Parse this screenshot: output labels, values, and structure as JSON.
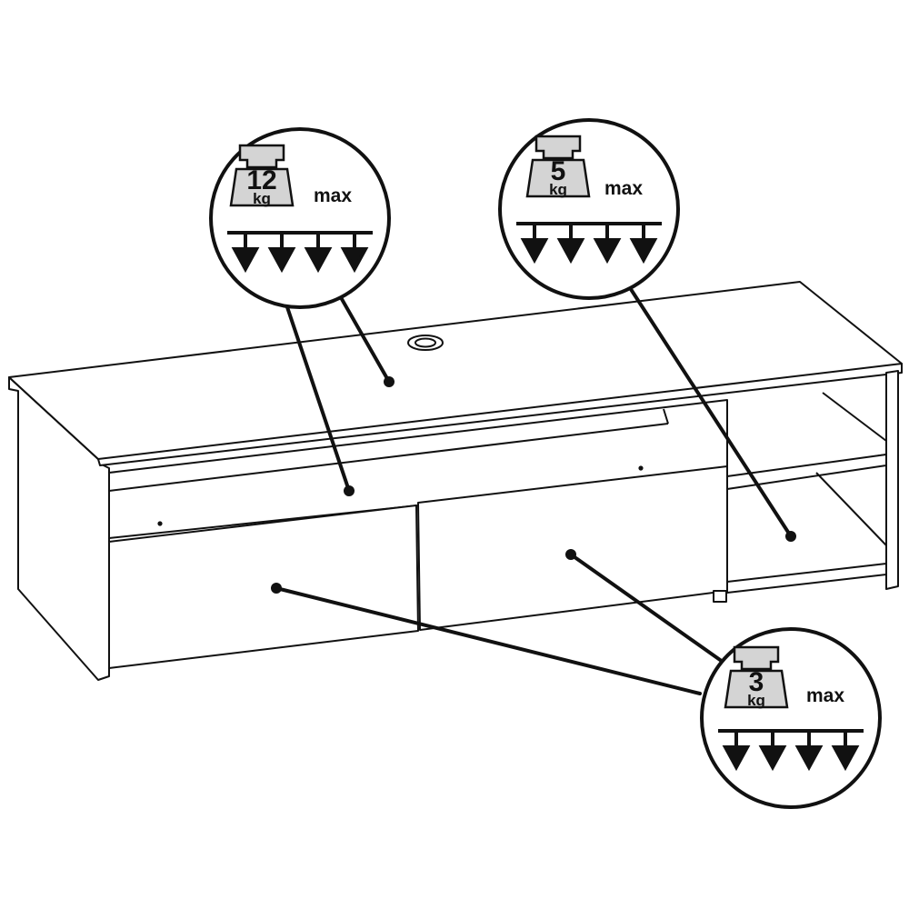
{
  "callouts": {
    "top": {
      "value": "12",
      "unit": "kg",
      "suffix": "max"
    },
    "shelf": {
      "value": "5",
      "unit": "kg",
      "suffix": "max"
    },
    "drawers": {
      "value": "3",
      "unit": "kg",
      "suffix": "max"
    }
  },
  "colors": {
    "line": "#111111",
    "weight_fill": "#d4d4d4",
    "background": "#ffffff"
  },
  "icons": [
    "weight-icon",
    "arrow-down-icon"
  ]
}
